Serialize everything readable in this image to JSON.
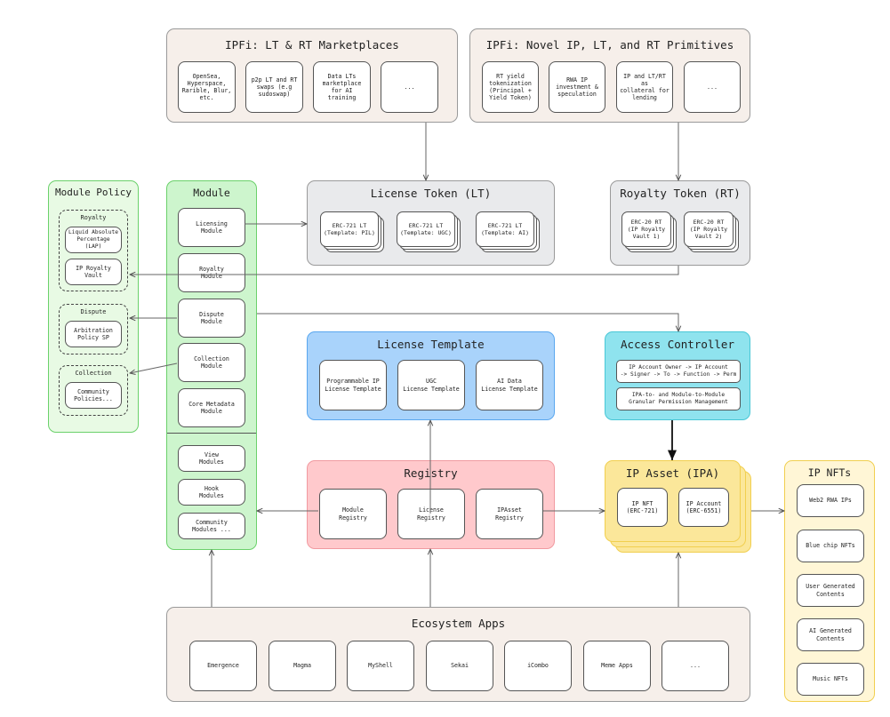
{
  "ipfi_marketplaces": {
    "title": "IPFi: LT & RT Marketplaces",
    "items": [
      "OpenSea,\nHyperspace,\nRarible, Blur,\netc.",
      "p2p LT and RT\nswaps (e.g\nsudoswap)",
      "Data LTs\nmarketplace\nfor AI training",
      "..."
    ]
  },
  "ipfi_primitives": {
    "title": "IPFi: Novel IP, LT, and RT Primitives",
    "items": [
      "RT yield\ntokenization\n(Principal +\nYield Token)",
      "RWA IP\ninvestment &\nspeculation",
      "IP and LT/RT as\ncollateral for\nlending",
      "..."
    ]
  },
  "module_policy": {
    "title": "Module Policy",
    "groups": [
      {
        "title": "Royalty",
        "items": [
          "Liquid Absolute\nPercentage (LAP)",
          "IP Royalty\nVault"
        ]
      },
      {
        "title": "Dispute",
        "items": [
          "Arbitration\nPolicy SP"
        ]
      },
      {
        "title": "Collection",
        "items": [
          "Community\nPolicies..."
        ]
      }
    ]
  },
  "module": {
    "title": "Module",
    "core": [
      "Licensing\nModule",
      "Royalty\nModule",
      "Dispute\nModule",
      "Collection\nModule",
      "Core Metadata\nModule"
    ],
    "extra": [
      "View\nModules",
      "Hook\nModules",
      "Community\nModules ..."
    ]
  },
  "license_token": {
    "title": "License Token (LT)",
    "items": [
      "ERC-721 LT\n(Template: PIL)",
      "ERC-721 LT\n(Template: UGC)",
      "ERC-721 LT\n(Template: AI)"
    ]
  },
  "royalty_token": {
    "title": "Royalty Token (RT)",
    "items": [
      "ERC-20 RT\n(IP Royalty\nVault 1)",
      "ERC-20 RT\n(IP Royalty\nVault 2)"
    ]
  },
  "license_template": {
    "title": "License Template",
    "items": [
      "Programmable IP\nLicense Template",
      "UGC\nLicense Template",
      "AI Data\nLicense Template"
    ]
  },
  "access_controller": {
    "title": "Access Controller",
    "items": [
      "IP Account Owner -> IP Account\n-> Signer -> To -> Function -> Perm",
      "IPA-to- and Module-to-Module\nGranular Permission Management"
    ]
  },
  "registry": {
    "title": "Registry",
    "items": [
      "Module\nRegistry",
      "License\nRegistry",
      "IPAsset\nRegistry"
    ]
  },
  "ip_asset": {
    "title": "IP Asset (IPA)",
    "items": [
      "IP NFT\n(ERC-721)",
      "IP Account\n(ERC-6551)"
    ]
  },
  "ip_nfts": {
    "title": "IP NFTs",
    "items": [
      "Web2 RWA IPs",
      "Blue chip NFTs",
      "User Generated\nContents",
      "AI Generated\nContents",
      "Music NFTs"
    ]
  },
  "ecosystem": {
    "title": "Ecosystem Apps",
    "items": [
      "Emergence",
      "Magma",
      "MyShell",
      "Sekai",
      "iCombo",
      "Meme Apps",
      "..."
    ]
  },
  "colors": {
    "beige_bg": "#f6efea",
    "grey_bg": "#e9eaec",
    "green_bg": "#cdf5cd",
    "green_border": "#6bd16b",
    "policy_bg": "#e8fae4",
    "blue_bg": "#a9d3fb",
    "blue_border": "#5aa7ef",
    "cyan_bg": "#8fe3ee",
    "pink_bg": "#ffc9cc",
    "yellow_bg": "#fbe79a",
    "yellow_border": "#f1cf4f",
    "ipnft_bg": "#fff6d6"
  }
}
